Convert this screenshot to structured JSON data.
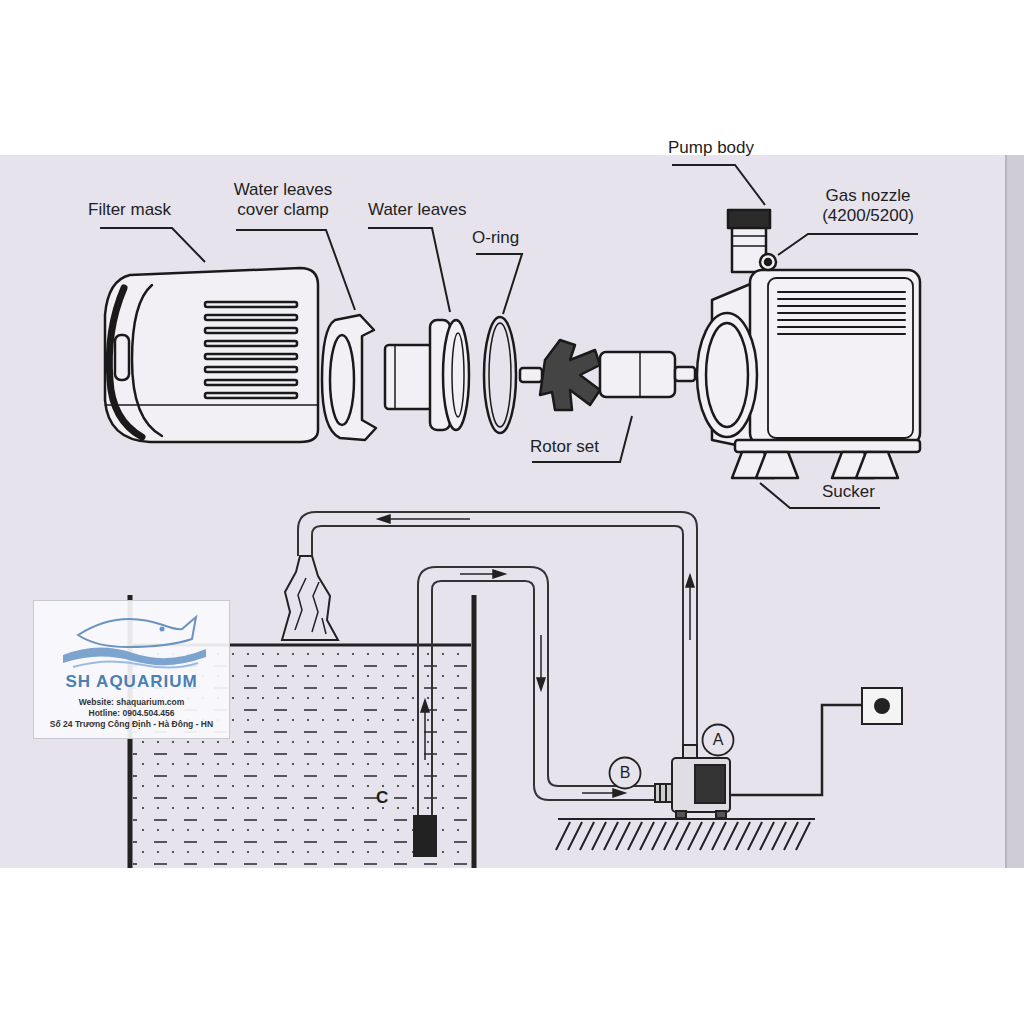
{
  "diagram": {
    "nodes": [
      {
        "text": [
          "SH AQUARIUM",
          "Website: shaquarium.com",
          "Hotline: 0904.504.456",
          "Số 24 Trương Công Định - Hà Đông - HN"
        ]
      },
      {
        "text": [
          "A"
        ]
      },
      {
        "text": [
          "B"
        ]
      }
    ],
    "labels": [
      "Filter mask",
      "Water leaves cover clamp",
      "Water leaves",
      "O-ring",
      "Pump body",
      "Gas nozzle (4200/5200)",
      "Rotor set",
      "Sucker",
      "C"
    ]
  }
}
